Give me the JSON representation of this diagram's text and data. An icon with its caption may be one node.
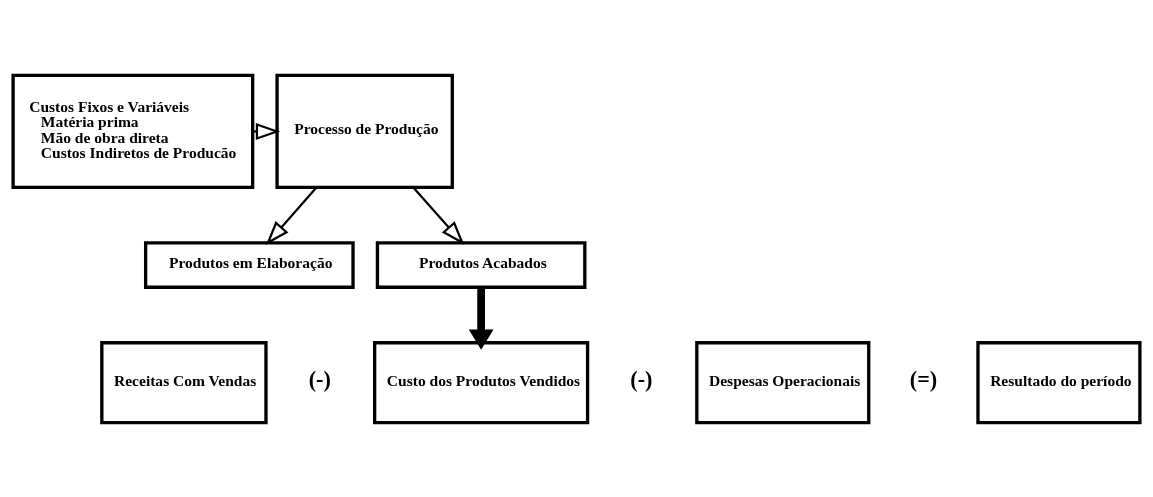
{
  "diagram": {
    "nodes": [
      {
        "text": [
          "Custos Fixos e Variáveis",
          "Matéria prima",
          "Mão de obra direta",
          "Custos Indiretos de Producão"
        ]
      },
      {
        "text": [
          "Processo de Produção"
        ]
      },
      {
        "text": [
          "Produtos em Elaboração"
        ]
      },
      {
        "text": [
          "Produtos Acabados"
        ]
      },
      {
        "text": [
          "Receitas Com Vendas"
        ]
      },
      {
        "text": [
          "Custo dos Produtos Vendidos"
        ]
      },
      {
        "text": [
          "Despesas Operacionais"
        ]
      },
      {
        "text": [
          "Resultado do período"
        ]
      }
    ],
    "edges": [
      {
        "from": 0,
        "to": 1,
        "arrow": "to"
      },
      {
        "from": 1,
        "to": 2,
        "arrow": "to"
      },
      {
        "from": 1,
        "to": 3,
        "arrow": "to"
      },
      {
        "from": 3,
        "to": 5,
        "arrow": "to",
        "style": "thick"
      }
    ],
    "labels": [
      "(-)",
      "(-)",
      "(=)"
    ]
  }
}
